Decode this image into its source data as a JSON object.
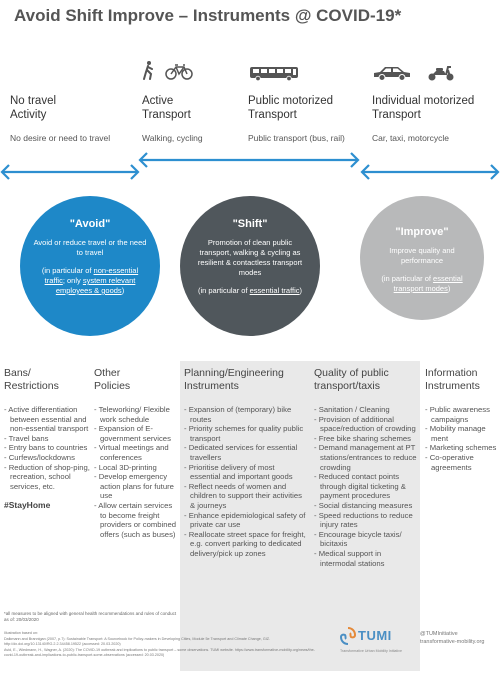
{
  "title": "Avoid Shift Improve – Instruments @ COVID-19*",
  "categories": [
    {
      "head": "No travel\nActivity",
      "desc": "No desire or need to travel"
    },
    {
      "head": "Active\nTransport",
      "desc": "Walking, cycling"
    },
    {
      "head": "Public motorized\nTransport",
      "desc": "Public transport (bus, rail)"
    },
    {
      "head": "Individual motorized\nTransport",
      "desc": "Car, taxi, motorcycle"
    }
  ],
  "circles": {
    "avoid": {
      "title": "\"Avoid\"",
      "text": "Avoid or reduce travel or the need to travel",
      "sub_pre": "(in particular of ",
      "sub_u1": "non-essential traffic",
      "sub_mid": "; only ",
      "sub_u2": "system relevant employees & goods",
      "sub_post": ")"
    },
    "shift": {
      "title": "\"Shift\"",
      "text": "Promotion of clean public transport, walking & cycling as resilient & contactless transport modes",
      "sub_pre": "(in particular of ",
      "sub_u1": "essential traffic",
      "sub_post": ")"
    },
    "improve": {
      "title": "\"Improve\"",
      "text": "Improve quality and performance",
      "sub_pre": "(in particular of ",
      "sub_u1": "essential transport modes",
      "sub_post": ")"
    }
  },
  "columns": [
    {
      "head": "Bans/\nRestrictions",
      "items": [
        "Active differentiation between essential and non-essential transport",
        "Travel bans",
        "Entry bans to countries",
        "Curfews/lockdowns",
        "Reduction of shop-ping, recreation, school services, etc."
      ],
      "hashtag": "#StayHome"
    },
    {
      "head": "Other\nPolicies",
      "items": [
        "Teleworking/ Flexible work schedule",
        "Expansion of E-government services",
        "Virtual meetings and conferences",
        "Local 3D-printing",
        "Develop emergency action plans for future use",
        "Allow certain services to become freight providers or combined offers (such as buses)"
      ]
    },
    {
      "head": "Planning/Engineering\nInstruments",
      "items": [
        "Expansion of (temporary) bike routes",
        "Priority schemes for quality public transport",
        "Dedicated services for essential travellers",
        "Prioritise delivery of most essential and important goods",
        "Reflect needs of women and children to support their activities & journeys",
        "Enhance epidemiological safety of private car use",
        "Reallocate street space for freight, e.g. convert parking to dedicated delivery/pick up zones"
      ]
    },
    {
      "head": "Quality of public\ntransport/taxis",
      "items": [
        "Sanitation / Cleaning",
        "Provision of additional space/reduction of crowding",
        "Free bike sharing schemes",
        "Demand management at PT stations/entrances to reduce crowding",
        "Reduced contact points through digital ticketing & payment procedures",
        "Social distancing measures",
        "Speed reductions to reduce injury rates",
        "Encourage bicycle taxis/ bicitaxis",
        "Medical support in intermodal stations"
      ]
    },
    {
      "head": "Information\nInstruments",
      "items": [
        "Public awareness campaigns",
        "Mobility manage ment",
        "Marketing schemes",
        "Co-operative agreements"
      ]
    }
  ],
  "footnote": "*all measures to be aligned with general health recommendations and rules of conduct\nas of: 20/03/2020",
  "illustration": [
    "Illustration based on:",
    "Dalkmann and Brannigan (2007, p.7): Sustainable Transport: A Sourcebook for Policy-makers in Developing Cities, Module 5e Transport and Climate Change, GIZ. http://dx.doi.org/10.13140/RG.2.2.34458.19522 (accessed: 20.03.2020)",
    "Avid, E., Wiedmann, H., Wagner, A. (2020): The COVID-19 outbreak and implications to public transport – some observations. TUMI website. https://www.transformative-mobility.org/news/the-covid-19-outbreak-and-implications-to-public-transport-some-observations (accessed: 20.03.2020)"
  ],
  "logo": {
    "name": "TUMI",
    "sub": "Transformative Urban Mobility Initiative"
  },
  "contact": [
    "@TUMInitiative",
    "transformative-mobility.org"
  ],
  "colors": {
    "avoid": "#1e88c8",
    "shift": "#50575c",
    "improve": "#b8b9ba",
    "arrow": "#2d8fd0",
    "panel": "#e9e9e9"
  },
  "icons": [
    "walking-person-icon",
    "bicycle-icon",
    "bus-icon",
    "car-icon",
    "scooter-icon",
    "tumi-logo-icon"
  ]
}
